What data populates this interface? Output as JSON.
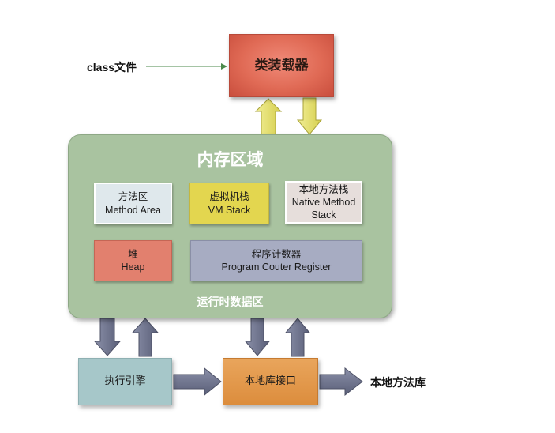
{
  "class_file": "class文件",
  "class_loader": "类装载器",
  "memory_area": {
    "title": "内存区域",
    "runtime_label": "运行时数据区",
    "method_area": {
      "cn": "方法区",
      "en": "Method Area"
    },
    "vm_stack": {
      "cn": "虚拟机栈",
      "en": "VM Stack"
    },
    "native_method_stack": {
      "cn": "本地方法栈",
      "en_line1": "Native Method",
      "en_line2": "Stack"
    },
    "heap": {
      "cn": "堆",
      "en": "Heap"
    },
    "pc_register": {
      "cn": "程序计数器",
      "en": "Program Couter Register"
    }
  },
  "execution_engine": "执行引擎",
  "native_interface": "本地库接口",
  "native_library": "本地方法库",
  "colors": {
    "class_loader": "#e06a55",
    "memory_area": "#a9c3a0",
    "method_area": "#dfe8ec",
    "vm_stack": "#e3d64f",
    "native_method_stack": "#e6dedb",
    "heap": "#e2806e",
    "pc_register": "#a7acc2",
    "execution_engine": "#a6c7c9",
    "native_interface": "#dc8d3d",
    "loader_arrows": "#e0dc72",
    "data_arrows": "#6b7088"
  }
}
